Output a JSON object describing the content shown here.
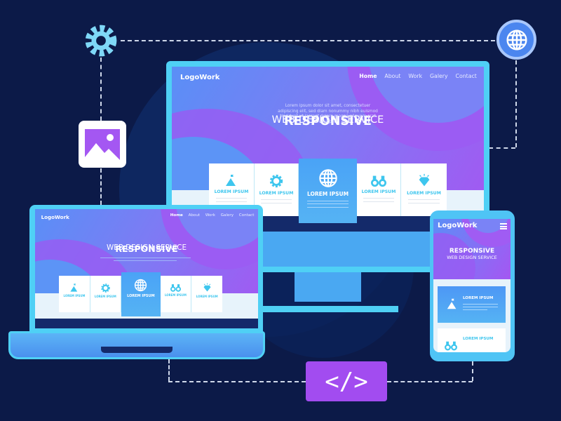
{
  "site": {
    "logo": "LogoWork",
    "nav": [
      "Home",
      "About",
      "Work",
      "Galery",
      "Contact"
    ],
    "title": "RESPONSIVE",
    "subtitle": "WEB DESIGN SERVICE",
    "paragraph": "Lorem ipsum dolor sit amet, consectetuer adipiscing elit, sed diam nonummy nibh euismod tincidunt ut laoreet dolore magna aliquam erat volutpat.",
    "cards": [
      {
        "icon": "mountain-flag-icon",
        "label": "LOREM IPSUM"
      },
      {
        "icon": "gear-icon",
        "label": "LOREM IPSUM"
      },
      {
        "icon": "globe-icon",
        "label": "LOREM IPSUM"
      },
      {
        "icon": "binoculars-icon",
        "label": "LOREM IPSUM"
      },
      {
        "icon": "diamond-icon",
        "label": "LOREM IPSUM"
      }
    ]
  },
  "floating_icons": [
    "gear-icon",
    "globe-icon",
    "image-icon",
    "code-icon"
  ],
  "code_symbol": "</>",
  "colors": {
    "background": "#0c1a48",
    "device_frame": "#4fd0f5",
    "accent_purple": "#a457f2",
    "accent_blue": "#4aa3f6"
  }
}
